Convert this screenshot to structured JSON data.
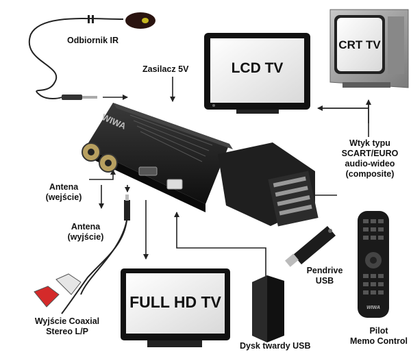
{
  "labels": {
    "ir_receiver": "Odbiornik IR",
    "power_supply": "Zasilacz 5V",
    "antenna_in": [
      "Antena",
      "(wejście)"
    ],
    "antenna_out": [
      "Antena",
      "(wyjście)"
    ],
    "scart": [
      "Wtyk typu",
      "SCART/EURO",
      "audio-wideo",
      "(composite)"
    ],
    "pendrive": [
      "Pendrive",
      "USB"
    ],
    "coaxial": [
      "Wyjście Coaxial",
      "Stereo L/P"
    ],
    "hdd": "Dysk twardy USB",
    "remote": [
      "Pilot",
      "Memo Control"
    ]
  },
  "screens": {
    "lcd": "LCD TV",
    "crt": "CRT TV",
    "fullhd": "FULL HD TV"
  },
  "device": {
    "brand": "WIWA",
    "remote_brand": "WIWA"
  },
  "colors": {
    "arrow": "#222222",
    "device": "#1b1b1b",
    "screen": "#eeeeee",
    "crt_body": "#9a9a9a",
    "rca_white": "#e6e6e6",
    "rca_red": "#d42a2a"
  }
}
